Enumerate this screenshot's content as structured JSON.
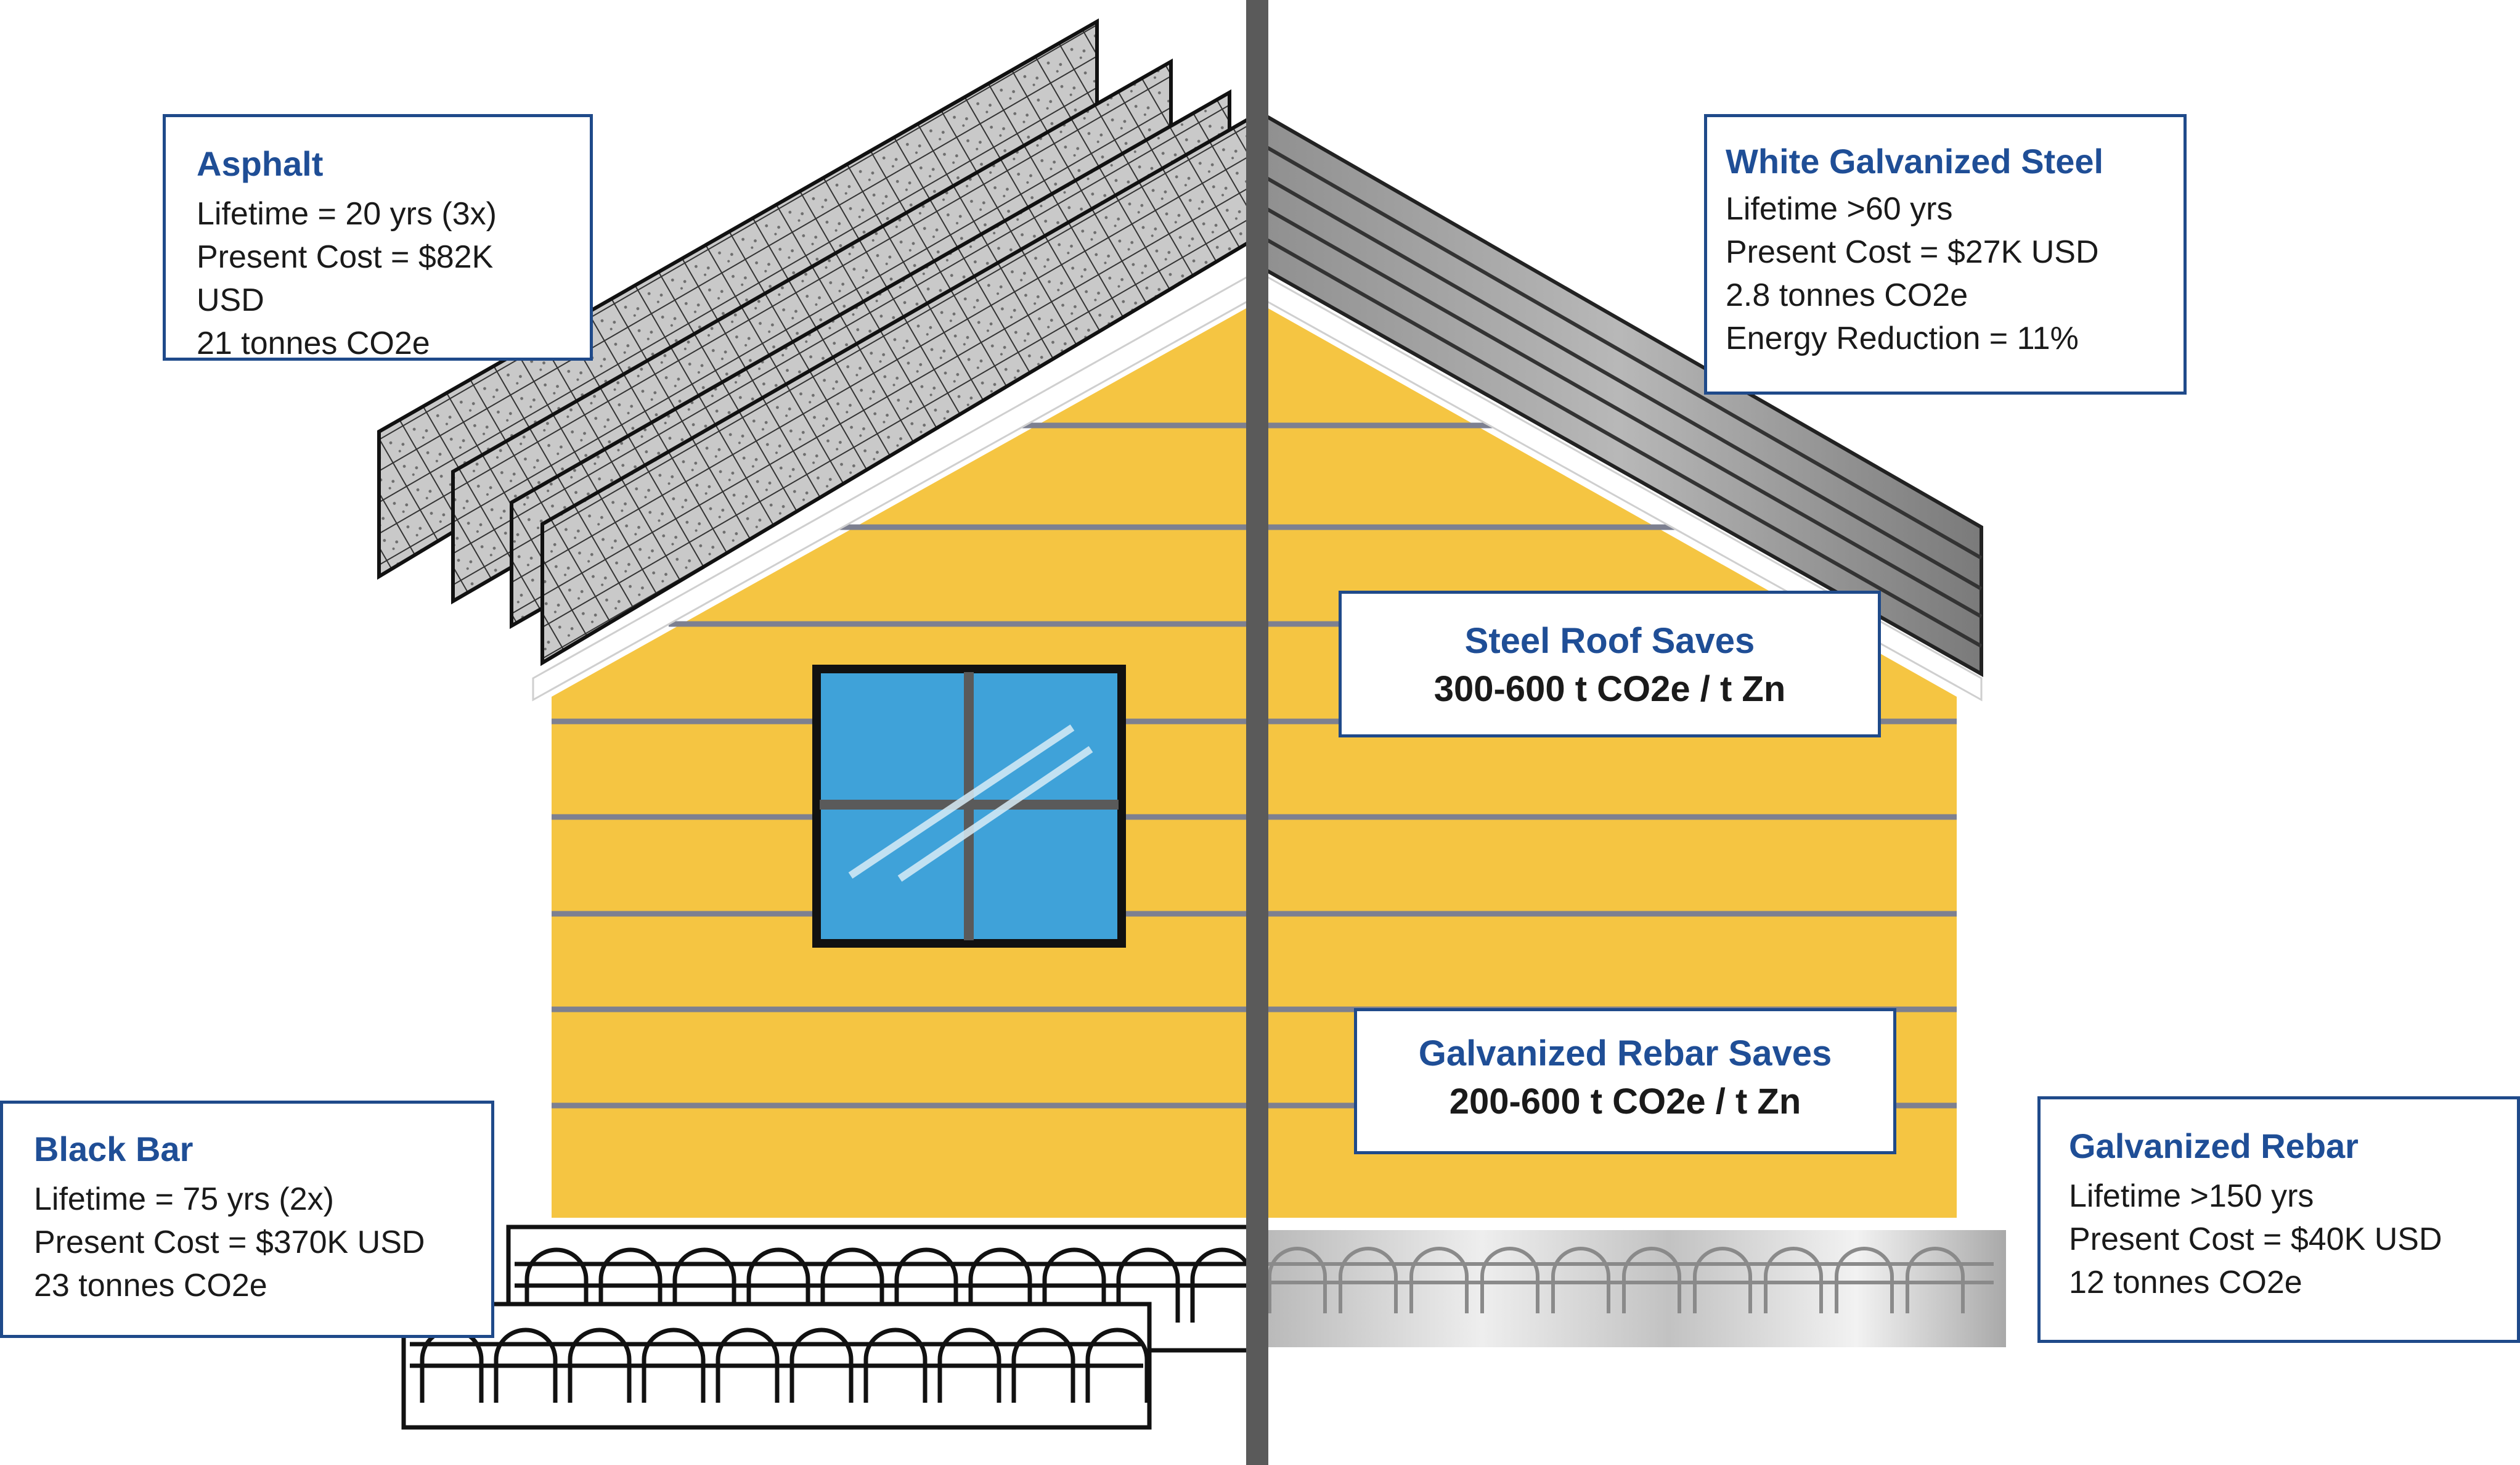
{
  "colors": {
    "siding": "#f5c542",
    "siding_line": "#7d8090",
    "divider": "#5a5a5a",
    "window_glass": "#3fa2d9",
    "window_frame": "#111111",
    "callout_border": "#1f4a8a",
    "callout_title": "#1f4e96",
    "asphalt_shingle": "#c9c9c9",
    "steel_roof": "#a8a8a8"
  },
  "callouts": {
    "asphalt": {
      "title": "Asphalt",
      "lines": [
        "Lifetime = 20 yrs (3x)",
        "Present Cost = $82K USD",
        "21 tonnes CO2e"
      ]
    },
    "steel": {
      "title": "White Galvanized Steel",
      "lines": [
        "Lifetime >60 yrs",
        "Present Cost = $27K USD",
        "2.8 tonnes CO2e",
        "Energy Reduction = 11%"
      ]
    },
    "black_bar": {
      "title": "Black Bar",
      "lines": [
        "Lifetime = 75 yrs (2x)",
        "Present Cost = $370K USD",
        "23 tonnes CO2e"
      ]
    },
    "galv_rebar": {
      "title": "Galvanized Rebar",
      "lines": [
        "Lifetime >150 yrs",
        "Present Cost = $40K USD",
        "12 tonnes CO2e"
      ]
    }
  },
  "savings": {
    "roof": {
      "title": "Steel Roof Saves",
      "value": "300-600 t CO2e / t Zn"
    },
    "rebar": {
      "title": "Galvanized Rebar Saves",
      "value": "200-600 t CO2e / t Zn"
    }
  },
  "icons": [
    "house-icon",
    "window-icon",
    "asphalt-shingle-icon",
    "steel-roof-icon",
    "black-rebar-icon",
    "galvanized-rebar-icon"
  ]
}
